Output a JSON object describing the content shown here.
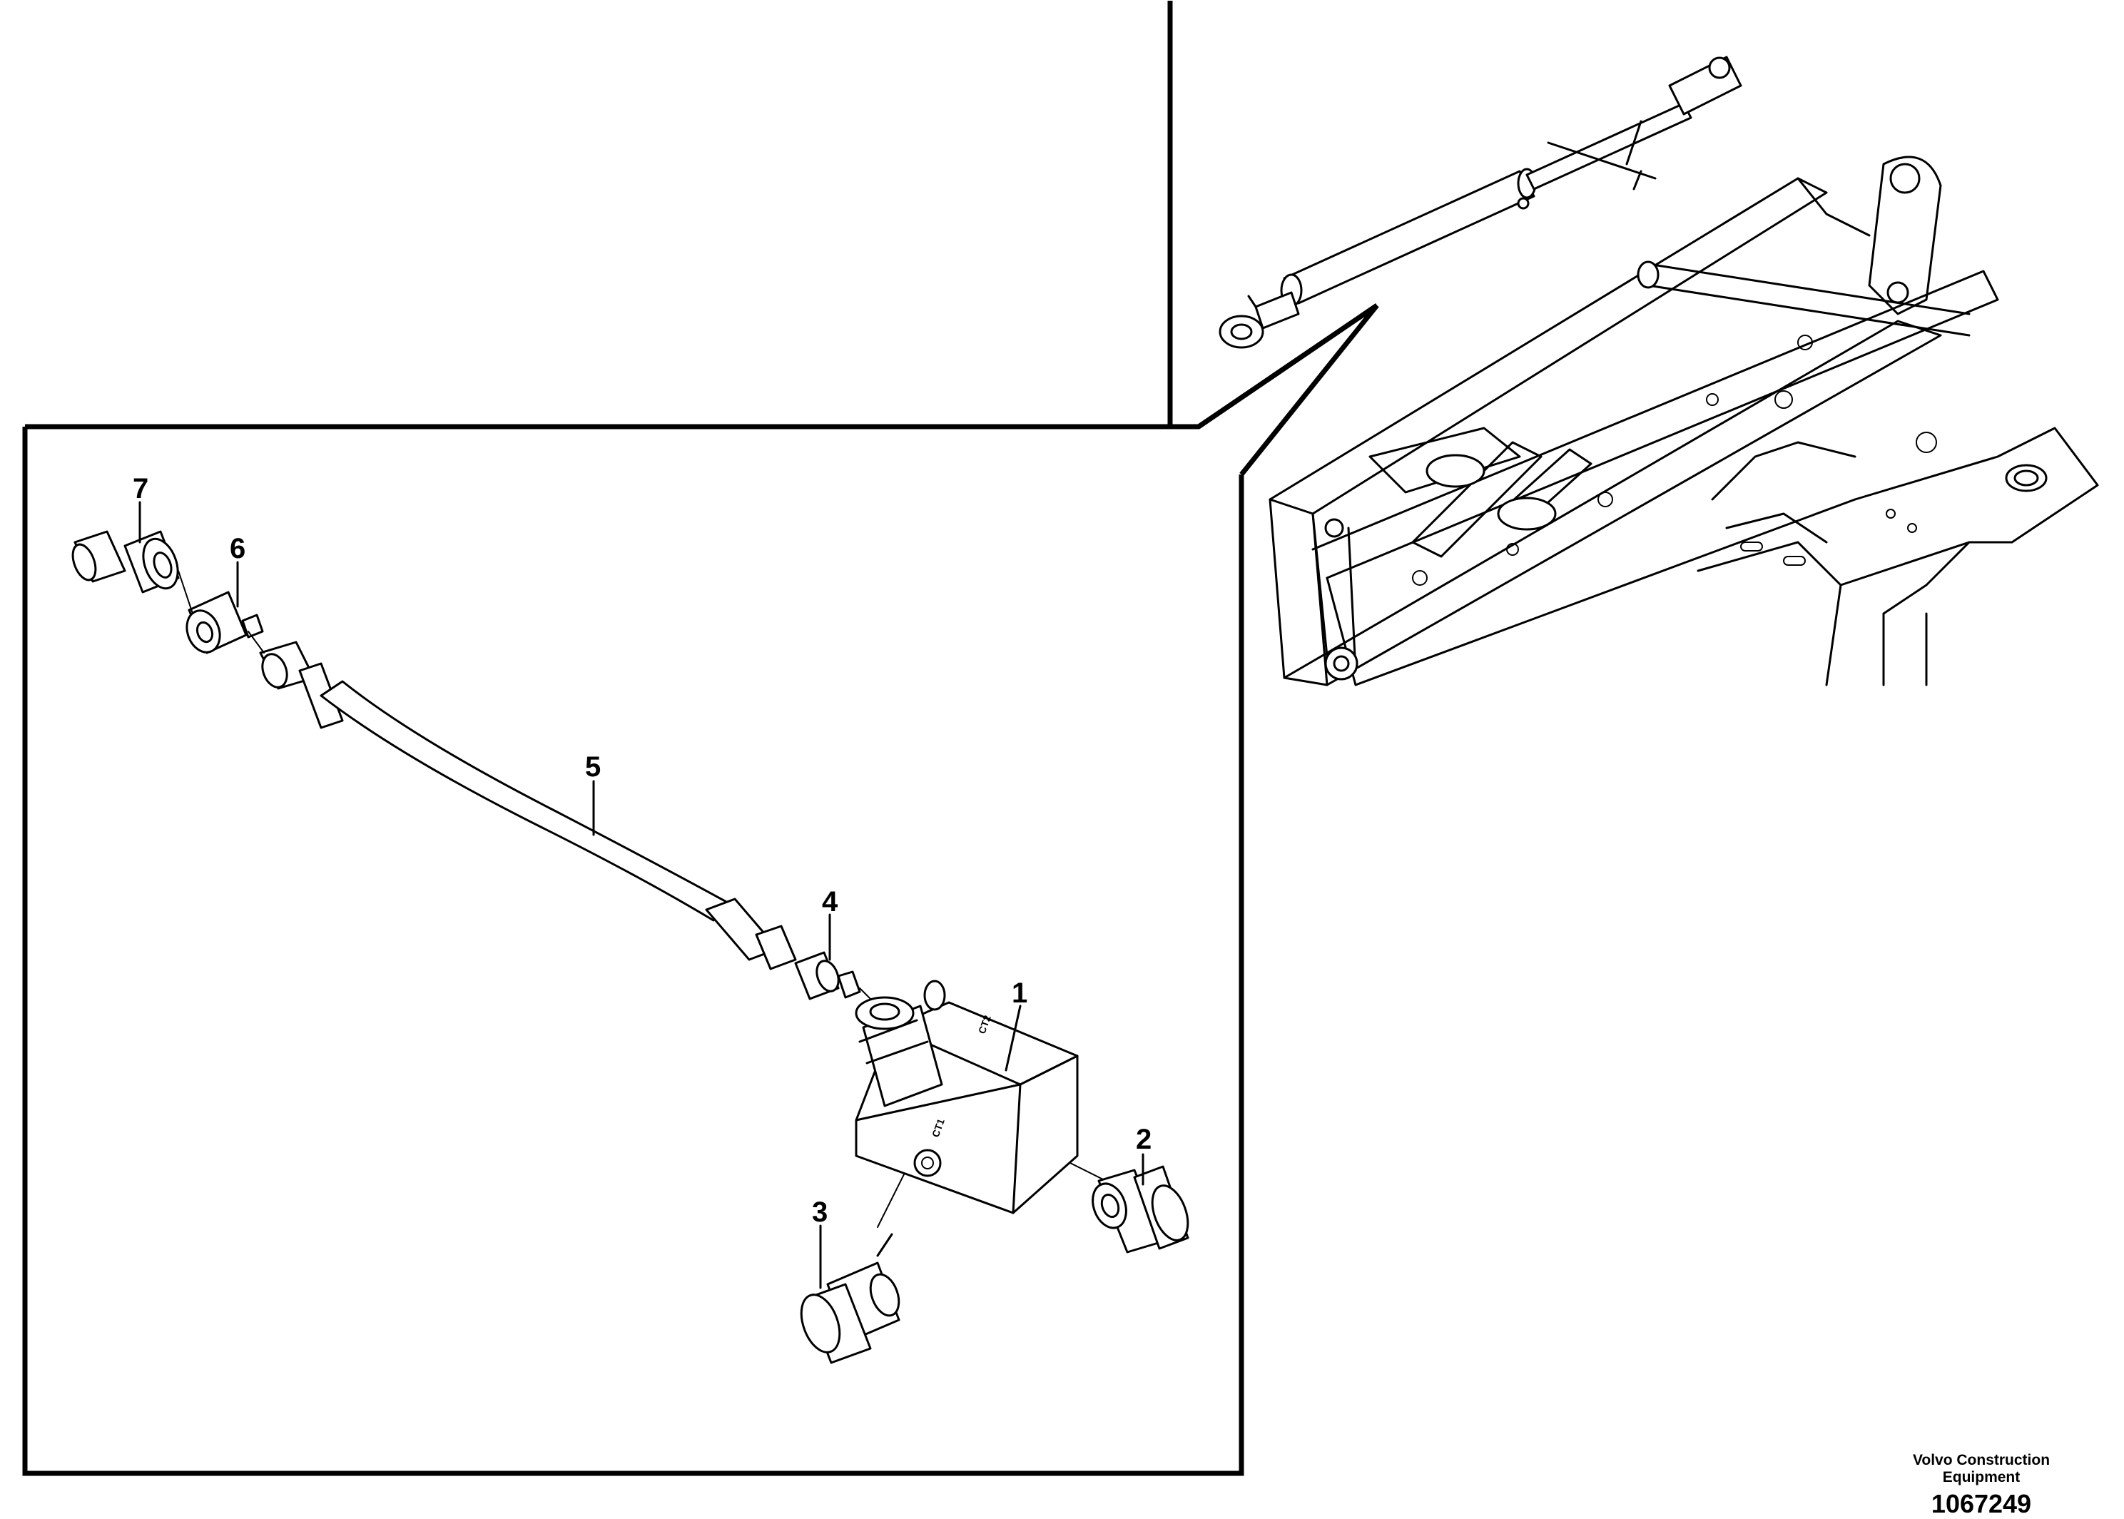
{
  "callouts": {
    "c1": "1",
    "c2": "2",
    "c3": "3",
    "c4": "4",
    "c5": "5",
    "c6": "6",
    "c7": "7"
  },
  "block_markings": {
    "ct1": "CT1",
    "ct2": "CT2"
  },
  "footer": {
    "company_line1": "Volvo Construction",
    "company_line2": "Equipment",
    "document_number": "1067249"
  }
}
